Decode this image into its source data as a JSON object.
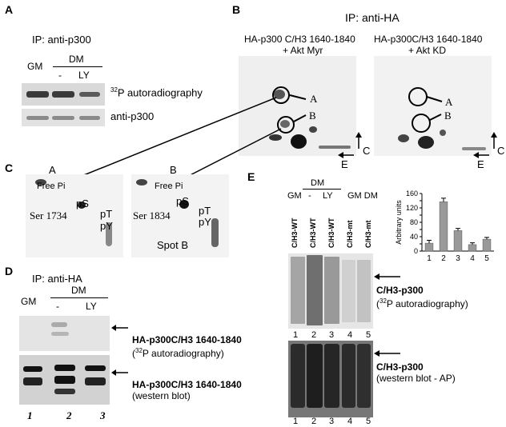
{
  "panelA": {
    "letter": "A",
    "ip": "IP: anti-p300",
    "gm": "GM",
    "dm": "DM",
    "dash": "-",
    "ly": "LY",
    "label1_sup": "32",
    "label1_rest": "P autoradiography",
    "label2": "anti-p300"
  },
  "panelB": {
    "letter": "B",
    "ip": "IP: anti-HA",
    "left_title1": "HA-p300 C/H3 1640-1840",
    "left_title2": "+ Akt Myr",
    "right_title1": "HA-p300C/H3 1640-1840",
    "right_title2": "+ Akt KD",
    "spotA": "A",
    "spotB": "B",
    "axisC": "C",
    "axisE": "E"
  },
  "panelC": {
    "letter": "C",
    "left_top": "A",
    "right_top": "B",
    "free_pi": "Free Pi",
    "ps": "pS",
    "pt": "pT",
    "py": "pY",
    "ser_left": "Ser 1734",
    "ser_right": "Ser 1834",
    "spot_b": "Spot B"
  },
  "panelD": {
    "letter": "D",
    "ip": "IP: anti-HA",
    "gm": "GM",
    "dm": "DM",
    "dash": "-",
    "ly": "LY",
    "label1_bold": "HA-p300C/H3 1640-1840",
    "label1_sub_pre": "(",
    "label1_sub_sup": "32",
    "label1_sub_post": "P autoradiography)",
    "label2_bold": "HA-p300C/H3 1640-1840",
    "label2_sub": "(western blot)",
    "lanes": [
      "1",
      "2",
      "3"
    ]
  },
  "panelE": {
    "letter": "E",
    "dm": "DM",
    "gm": "GM",
    "dash": "-",
    "ly": "LY",
    "gmdm": "GM DM",
    "lanes": [
      "C/H3-WT",
      "C/H3-WT",
      "C/H3-WT",
      "C/H3-mt",
      "C/H3-mt"
    ],
    "label1_bold": "C/H3-p300",
    "label1_sub_pre": "(",
    "label1_sub_sup": "32",
    "label1_sub_post": "P autoradiography)",
    "label2_bold": "C/H3-p300",
    "label2_sub": "(western blot - AP)",
    "lane_numbers": [
      "1",
      "2",
      "3",
      "4",
      "5"
    ]
  },
  "chart_data": {
    "type": "bar",
    "categories": [
      "1",
      "2",
      "3",
      "4",
      "5"
    ],
    "values": [
      22,
      137,
      57,
      18,
      33
    ],
    "errors": [
      8,
      10,
      6,
      5,
      5
    ],
    "ylabel": "Arbitrary units",
    "yticks": [
      "0",
      "20",
      "40",
      "60",
      "80",
      "100",
      "120",
      "140",
      "160"
    ],
    "ylim": [
      0,
      160
    ],
    "bar_color": "#999999"
  }
}
